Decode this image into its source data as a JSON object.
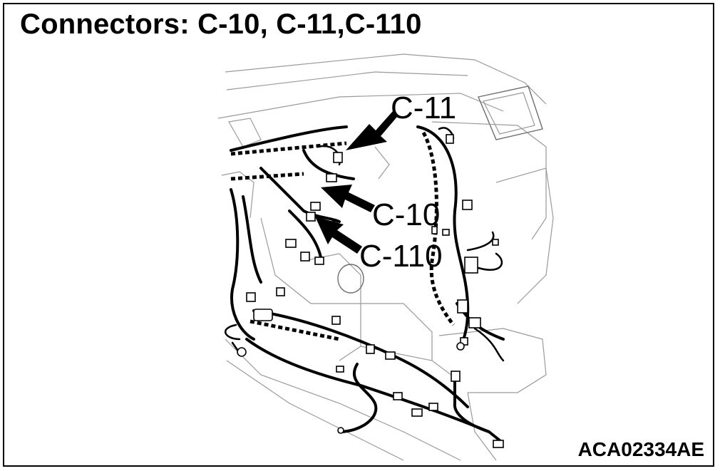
{
  "title": "Connectors: C-10, C-11,C-110",
  "callouts": {
    "c11": "C-11",
    "c10": "C-10",
    "c110": "C-110"
  },
  "figure_code": "ACA02334AE",
  "colors": {
    "line": "#000000",
    "outline": "#9a9a9a",
    "background": "#ffffff"
  }
}
